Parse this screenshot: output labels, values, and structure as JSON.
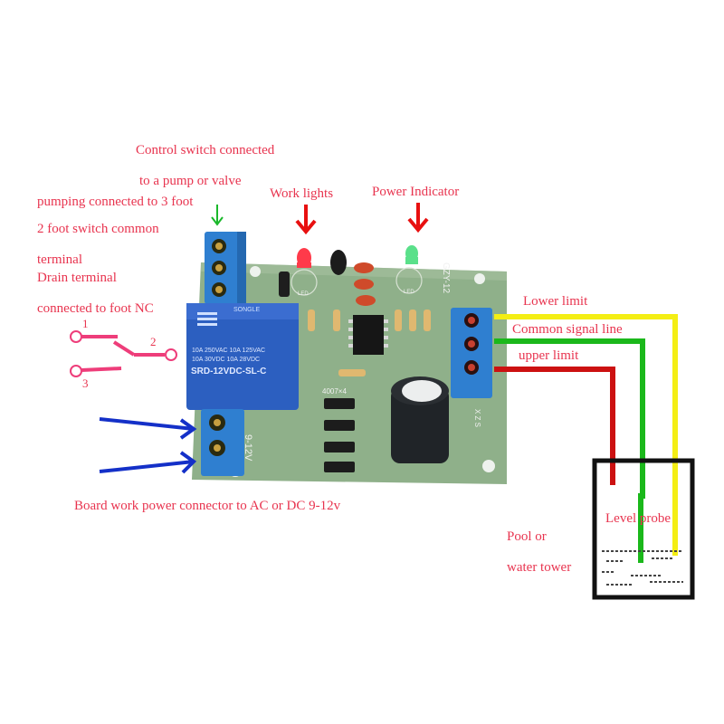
{
  "labels": {
    "control_switch_line1": "Control switch connected",
    "control_switch_line2": "to a pump or valve",
    "pumping": "pumping connected to 3 foot",
    "two_foot": "2 foot switch common",
    "terminal": "terminal",
    "drain": "Drain terminal",
    "connected_nc": "connected to  foot  NC",
    "work_lights": "Work lights",
    "power_indicator": "Power Indicator",
    "lower_limit": "Lower limit",
    "common_signal": "Common signal line",
    "upper_limit": "upper limit",
    "board_power": "Board work  power connector to AC or DC 9-12v",
    "pool_line1": "Pool or",
    "pool_line2": "water tower",
    "level_probe": "Level probe"
  },
  "switch_symbol": {
    "pin1": "1",
    "pin2": "2",
    "pin3": "3"
  },
  "board": {
    "relay_brand": "SONGLE",
    "relay_spec1": "10A 250VAC  10A 125VAC",
    "relay_spec2": "10A  30VDC  10A  28VDC",
    "relay_model": "SRD-12VDC-SL-C",
    "diode_label": "4007×4",
    "power_silk": "9-12V",
    "model_silk": "GZY-12",
    "probe_silk": "X Z S",
    "led_silk": "LED"
  },
  "colors": {
    "annotation": "#e8344f",
    "pcb": "#8fb08a",
    "terminal": "#2f7fd0",
    "relay": "#2c5fc0",
    "wire_yellow": "#f4ee14",
    "wire_green": "#1bb81b",
    "wire_red": "#cc1111",
    "arrow_blue": "#1430c8",
    "arrow_red": "#e81010",
    "arrow_green": "#19b82a"
  }
}
